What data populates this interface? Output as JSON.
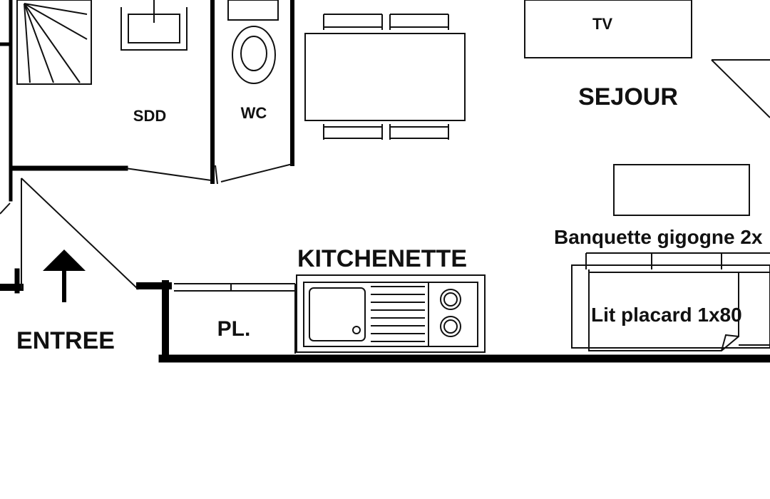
{
  "rooms": {
    "sdd": "SDD",
    "wc": "WC",
    "sejour": "SEJOUR",
    "tv": "TV",
    "kitchenette": "KITCHENETTE",
    "placard": "PL.",
    "entree": "ENTREE",
    "banquette": "Banquette gigogne 2x",
    "lit_placard": "Lit placard 1x80"
  }
}
